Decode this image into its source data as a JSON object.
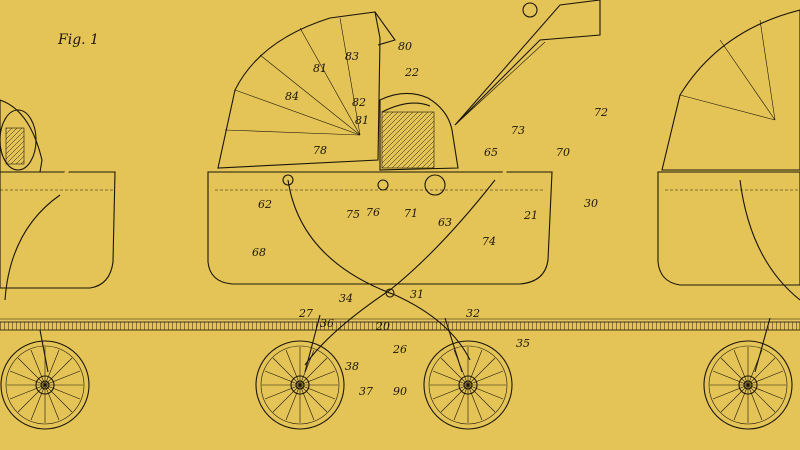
{
  "figure": {
    "label": "Fig. 1"
  },
  "reference_numerals": [
    "80",
    "83",
    "81",
    "22",
    "84",
    "82",
    "81",
    "78",
    "62",
    "75",
    "76",
    "71",
    "63",
    "65",
    "73",
    "72",
    "70",
    "68",
    "21",
    "30",
    "74",
    "36",
    "31",
    "34",
    "27",
    "32",
    "20",
    "26",
    "35",
    "38",
    "37",
    "90"
  ],
  "colors": {
    "paper": "#e4c456",
    "ink": "#1c160a",
    "hood": "#d3b768",
    "body": "#cdb068",
    "head": "#e9e4cd"
  }
}
